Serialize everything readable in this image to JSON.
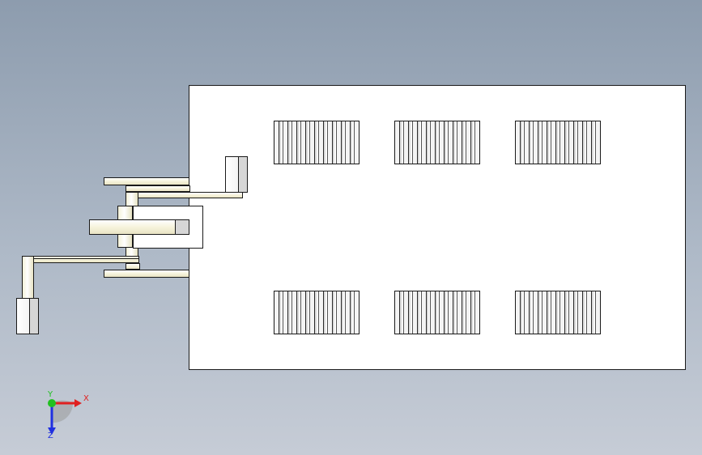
{
  "view": {
    "triad": {
      "x_label": "X",
      "y_label": "Y",
      "z_label": "Z",
      "colors": {
        "x": "#e02020",
        "y": "#20c020",
        "z": "#2030e0"
      }
    }
  }
}
